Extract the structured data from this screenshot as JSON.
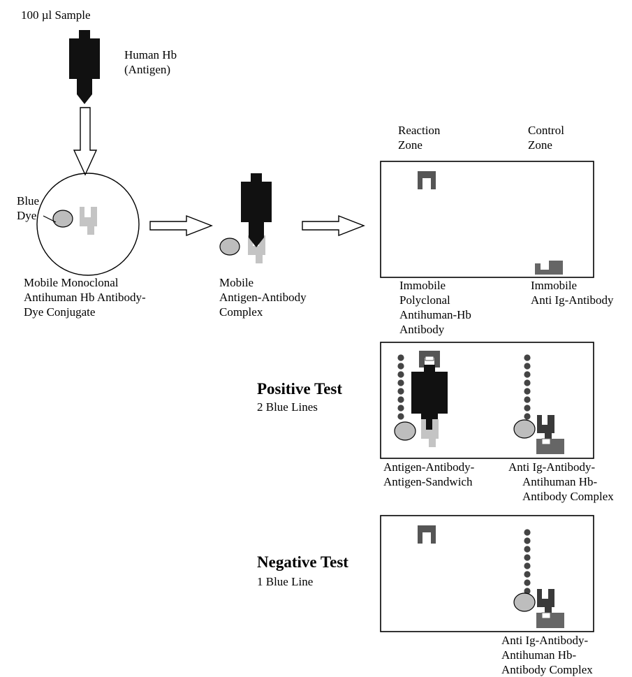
{
  "labels": {
    "sample": "100 µl Sample",
    "antigen_line1": "Human Hb",
    "antigen_line2": "(Antigen)",
    "blue_dye_line1": "Blue",
    "blue_dye_line2": "Dye",
    "conjugate_line1": "Mobile Monoclonal",
    "conjugate_line2": "Antihuman Hb Antibody-",
    "conjugate_line3": "Dye Conjugate",
    "complex_line1": "Mobile",
    "complex_line2": "Antigen-Antibody",
    "complex_line3": "Complex",
    "reaction_zone_line1": "Reaction",
    "reaction_zone_line2": "Zone",
    "control_zone_line1": "Control",
    "control_zone_line2": "Zone",
    "immobile_poly_line1": "Immobile",
    "immobile_poly_line2": "Polyclonal",
    "immobile_poly_line3": "Antihuman-Hb",
    "immobile_poly_line4": "Antibody",
    "immobile_anti_line1": "Immobile",
    "immobile_anti_line2": "Anti Ig-Antibody",
    "positive_title": "Positive Test",
    "positive_sub": "2 Blue Lines",
    "sandwich_line1": "Antigen-Antibody-",
    "sandwich_line2": "Antigen-Sandwich",
    "pos_complex_line1": "Anti Ig-Antibody-",
    "pos_complex_line2": "Antihuman Hb-",
    "pos_complex_line3": "Antibody Complex",
    "negative_title": "Negative Test",
    "negative_sub": "1 Blue Line",
    "neg_complex_line1": "Anti Ig-Antibody-",
    "neg_complex_line2": "Antihuman Hb-",
    "neg_complex_line3": "Antibody Complex"
  },
  "colors": {
    "antigen": "#111111",
    "antibody_light": "#c4c4c4",
    "immobile_dark": "#555555",
    "dye": "#bdbdbd",
    "dots": "#444444",
    "line": "#000000"
  }
}
